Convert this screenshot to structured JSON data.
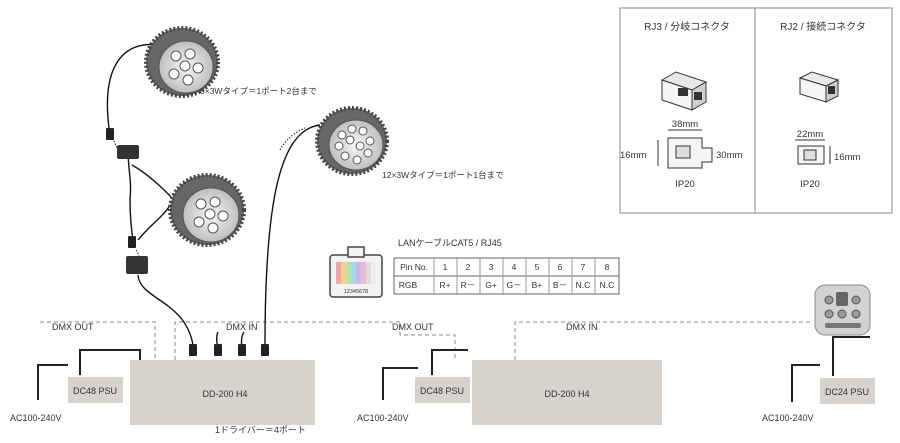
{
  "labels": {
    "dmx_out_1": "DMX OUT",
    "dmx_in_1": "DMX IN",
    "dmx_out_2": "DMX OUT",
    "dmx_in_2": "DMX IN",
    "psu1": "DC48 PSU",
    "psu2": "DC48 PSU",
    "psu3": "DC24 PSU",
    "driver1": "DD-200 H4",
    "driver2": "DD-200 H4",
    "ac1": "AC100-240V",
    "ac2": "AC100-240V",
    "ac3": "AC100-240V",
    "note_ports": "1ドライバー＝4ポート",
    "note_6x3w": "6×3Wタイプ＝1ポート2台まで",
    "note_12x3w": "12×3Wタイプ＝1ポート1台まで"
  },
  "lan": {
    "title": "LANケーブルCAT5 / RJ45",
    "pin_numbers": "12345678",
    "header": [
      "Pin No.",
      "1",
      "2",
      "3",
      "4",
      "5",
      "6",
      "7",
      "8"
    ],
    "row": [
      "RGB",
      "R+",
      "R－",
      "G+",
      "G－",
      "B+",
      "B－",
      "N.C",
      "N.C"
    ]
  },
  "connectors": {
    "rj3": {
      "title": "RJ3 / 分岐コネクタ",
      "width": "38mm",
      "height": "16mm",
      "depth": "30mm",
      "rating": "IP20"
    },
    "rj2": {
      "title": "RJ2 / 接続コネクタ",
      "width": "22mm",
      "height": "16mm",
      "rating": "IP20"
    }
  }
}
